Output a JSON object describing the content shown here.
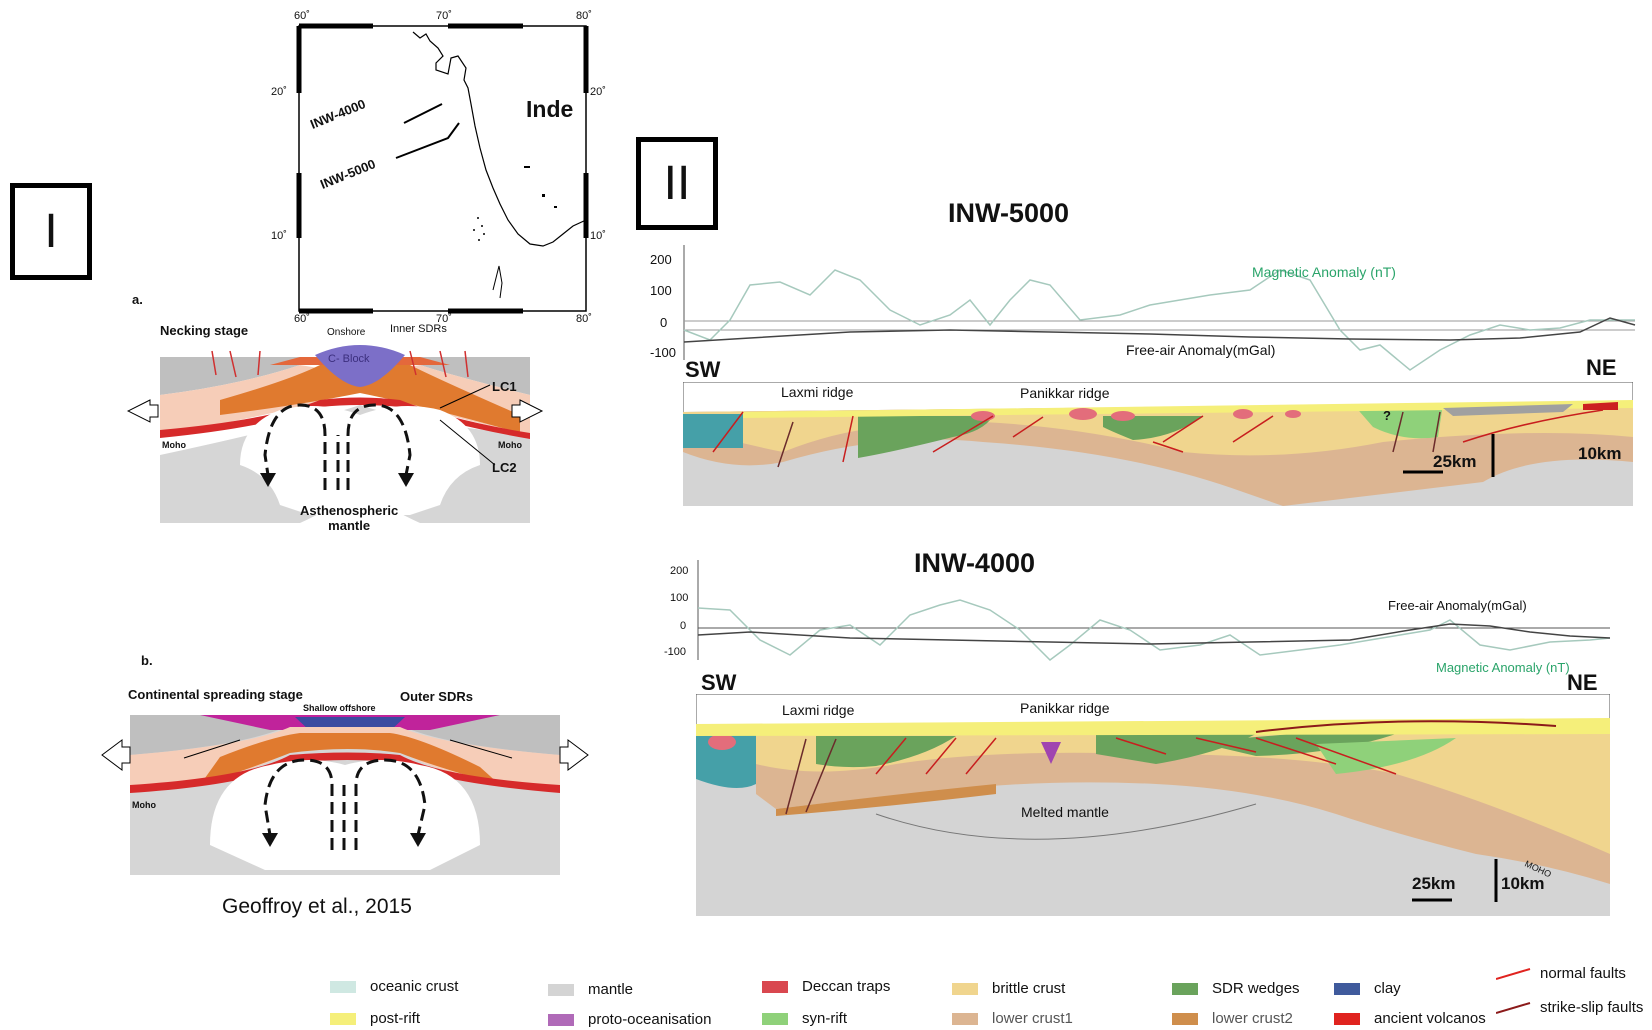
{
  "panels": {
    "left": "I",
    "right": "II"
  },
  "map": {
    "top_ticks": [
      "60˚",
      "70˚",
      "80˚"
    ],
    "bottom_ticks": [
      "60˚",
      "70˚",
      "80˚"
    ],
    "left_ticks": [
      "20˚",
      "10˚"
    ],
    "right_ticks": [
      "20˚",
      "10˚"
    ],
    "country": "Inde",
    "profiles": [
      "INW-4000",
      "INW-5000"
    ]
  },
  "stage_a": {
    "letter": "a.",
    "title": "Necking stage",
    "onshore": "Onshore",
    "inner_sdrs": "Inner SDRs",
    "cblock": "C- Block",
    "lc1": "LC1",
    "lc2": "LC2",
    "moho_left": "Moho",
    "moho_right": "Moho",
    "asthenosphere": "Asthenospheric\nmantle"
  },
  "stage_b": {
    "letter": "b.",
    "title": "Continental spreading stage",
    "shallow": "Shallow offshore",
    "outer_sdrs": "Outer SDRs",
    "moho": "Moho"
  },
  "citation": "Geoffroy et al., 2015",
  "profile_5000": {
    "title": "INW-5000",
    "y_ticks": [
      "200",
      "100",
      "0",
      "-100"
    ],
    "magnetic": "Magnetic Anomaly (nT)",
    "freeair": "Free-air Anomaly(mGal)",
    "sw": "SW",
    "ne": "NE",
    "laxmi": "Laxmi ridge",
    "panikkar": "Panikkar ridge",
    "scale_h": "25km",
    "scale_v": "10km",
    "q": "?"
  },
  "profile_4000": {
    "title": "INW-4000",
    "y_ticks": [
      "200",
      "100",
      "0",
      "-100"
    ],
    "freeair": "Free-air Anomaly(mGal)",
    "magnetic": "Magnetic Anomaly (nT)",
    "sw": "SW",
    "ne": "NE",
    "laxmi": "Laxmi ridge",
    "panikkar": "Panikkar ridge",
    "melted": "Melted mantle",
    "moho": "MOHO",
    "scale_h": "25km",
    "scale_v": "10km"
  },
  "legend": [
    {
      "label": "oceanic crust",
      "color": "#cfe8e2"
    },
    {
      "label": "post-rift",
      "color": "#f5ef7a"
    },
    {
      "label": "mantle",
      "color": "#d4d4d4"
    },
    {
      "label": "proto-oceanisation",
      "color": "#b06ab8"
    },
    {
      "label": "Deccan traps",
      "color": "#d9474f"
    },
    {
      "label": "syn-rift",
      "color": "#8fd17a"
    },
    {
      "label": "brittle crust",
      "color": "#f0d58e"
    },
    {
      "label": "lower crust1",
      "color": "#dcb592"
    },
    {
      "label": "SDR wedges",
      "color": "#6aa35c"
    },
    {
      "label": "lower crust2",
      "color": "#cf8e4c"
    },
    {
      "label": "clay",
      "color": "#3f5a9c"
    },
    {
      "label": "ancient volcanos",
      "color": "#e0231f"
    },
    {
      "label": "normal faults",
      "color": "#e0231f"
    },
    {
      "label": "strike-slip faults",
      "color": "#8b1a1a"
    }
  ]
}
